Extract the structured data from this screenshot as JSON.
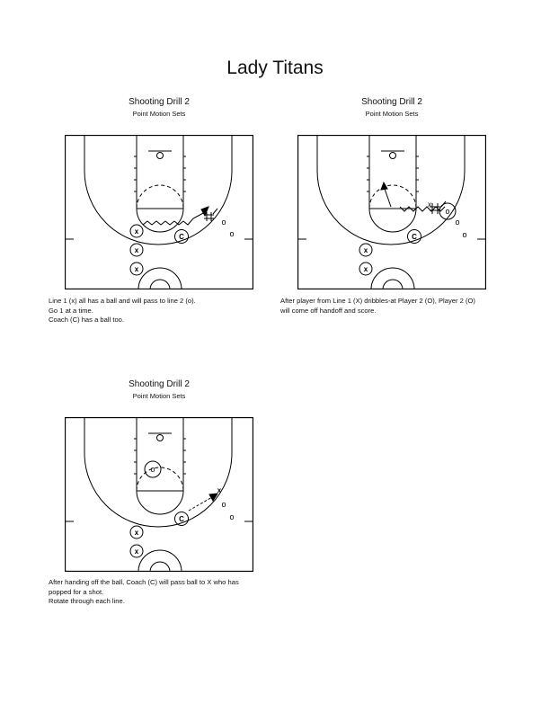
{
  "page": {
    "title": "Lady Titans"
  },
  "drills": [
    {
      "title": "Shooting Drill 2",
      "subtitle": "Point Motion Sets",
      "caption": "Line 1 (x) all has a ball and will pass to line 2 (o).\nGo 1 at a time.\nCoach (C) has a ball too."
    },
    {
      "title": "Shooting Drill 2",
      "subtitle": "Point Motion Sets",
      "caption": "After player from Line 1 (X) dribbles-at Player 2 (O), Player 2 (O)\nwill come off handoff and score."
    },
    {
      "title": "Shooting Drill 2",
      "subtitle": "Point Motion Sets",
      "caption": "After handing off the ball, Coach (C) will pass ball to X who has\npopped for a shot.\nRotate through each line."
    }
  ],
  "markers": {
    "x": "x",
    "o": "o",
    "coach": "C"
  }
}
